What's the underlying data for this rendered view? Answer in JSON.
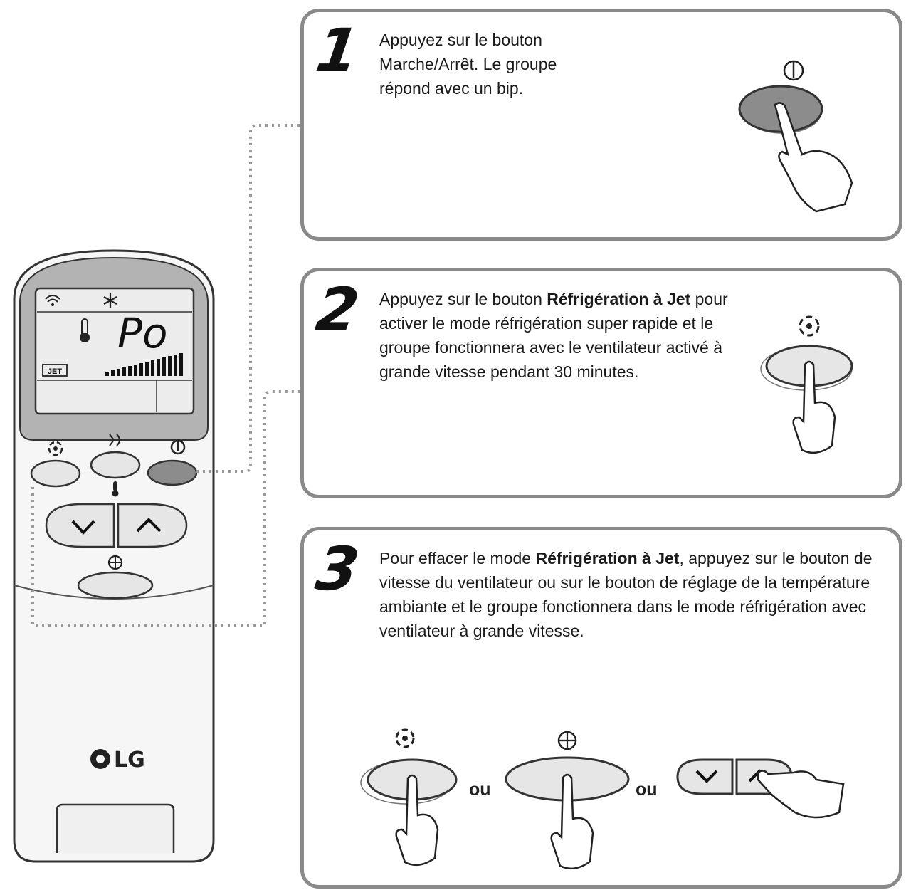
{
  "steps": [
    {
      "number": "1",
      "text": [
        "Appuyez sur le bouton Marche/Arrêt. Le groupe répond avec un bip."
      ]
    },
    {
      "number": "2",
      "text_pre": "Appuyez sur le bouton ",
      "text_bold": "Réfrigération à Jet",
      "text_post": " pour activer le mode réfrigération super rapide et le groupe fonctionnera avec le ventilateur activé à grande vitesse pendant 30 minutes."
    },
    {
      "number": "3",
      "text_pre": "Pour effacer le mode ",
      "text_bold": "Réfrigération à Jet",
      "text_post": ", appuyez sur le bouton de vitesse du ventilateur ou sur le bouton de réglage de la température ambiante et le groupe fonctionnera dans le mode réfrigération avec ventilateur à grande vitesse."
    }
  ],
  "or_label": "ou",
  "remote": {
    "display_mode": "Po",
    "jet_badge": "JET",
    "brand": "LG"
  },
  "colors": {
    "panel_border": "#8a8a8a",
    "remote_gray": "#b3b3b3",
    "button_gray": "#cfcfcf",
    "power_button": "#8c8c8c",
    "dotted_line": "#999999"
  }
}
